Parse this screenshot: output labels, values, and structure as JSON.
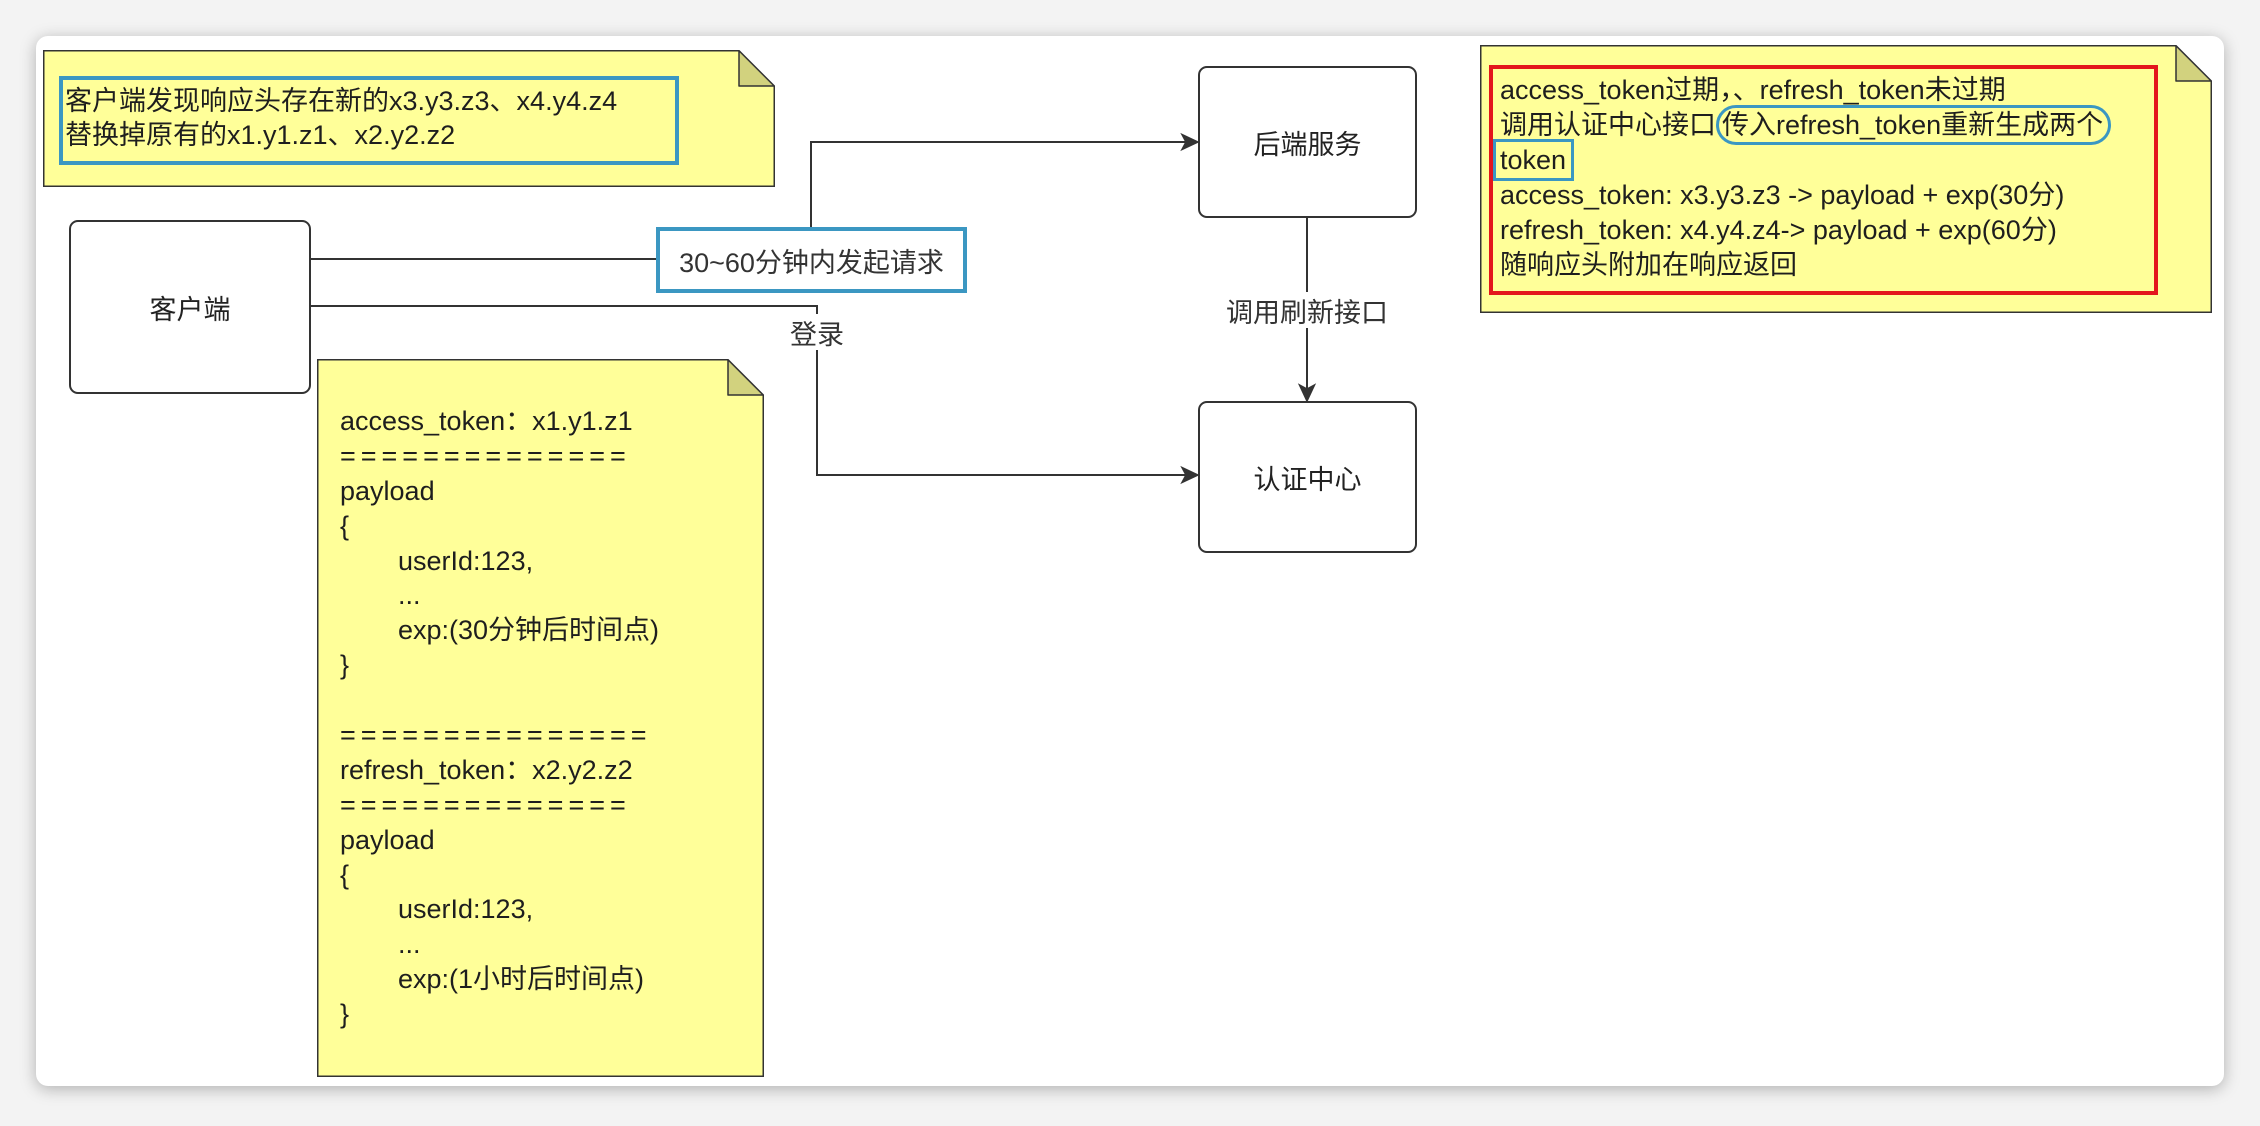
{
  "diagram": {
    "nodes": {
      "client": {
        "label": "客户端"
      },
      "backend_service": {
        "label": "后端服务"
      },
      "auth_center": {
        "label": "认证中心"
      }
    },
    "edges": {
      "client_to_backend": {
        "label": "30~60分钟内发起请求"
      },
      "client_to_auth_center": {
        "label": "登录"
      },
      "backend_to_auth_center": {
        "label": "调用刷新接口"
      }
    },
    "notes": {
      "client_replace_tokens": {
        "lines": [
          "客户端发现响应头存在新的x3.y3.z3、x4.y4.z4",
          "替换掉原有的x1.y1.z1、x2.y2.z2"
        ]
      },
      "refresh_flow": {
        "line_1": "access_token过期，、refresh_token未过期",
        "line_2_prefix": "调用认证中心接口",
        "line_2_highlight": "传入refresh_token重新生成两个",
        "line_3_highlight": "token",
        "line_4": "access_token: x3.y3.z3 -> payload + exp(30分)",
        "line_5": "refresh_token: x4.y4.z4-> payload + exp(60分)",
        "line_6": "随响应头附加在响应返回"
      },
      "token_structure": {
        "lines": [
          "access_token：x1.y1.z1",
          "==============",
          "payload",
          "{",
          "userId:123,",
          "...",
          "exp:(30分钟后时间点)",
          "}",
          "===============",
          "refresh_token：x2.y2.z2",
          "==============",
          "payload",
          "{",
          "userId:123,",
          "...",
          "exp:(1小时后时间点)",
          "}"
        ]
      }
    }
  },
  "colors": {
    "note_fill": "#ffff99",
    "note_fold": "#d2d27e",
    "highlight_blue": "#3b97c2",
    "highlight_red": "#e3161c",
    "stroke": "#333333"
  }
}
